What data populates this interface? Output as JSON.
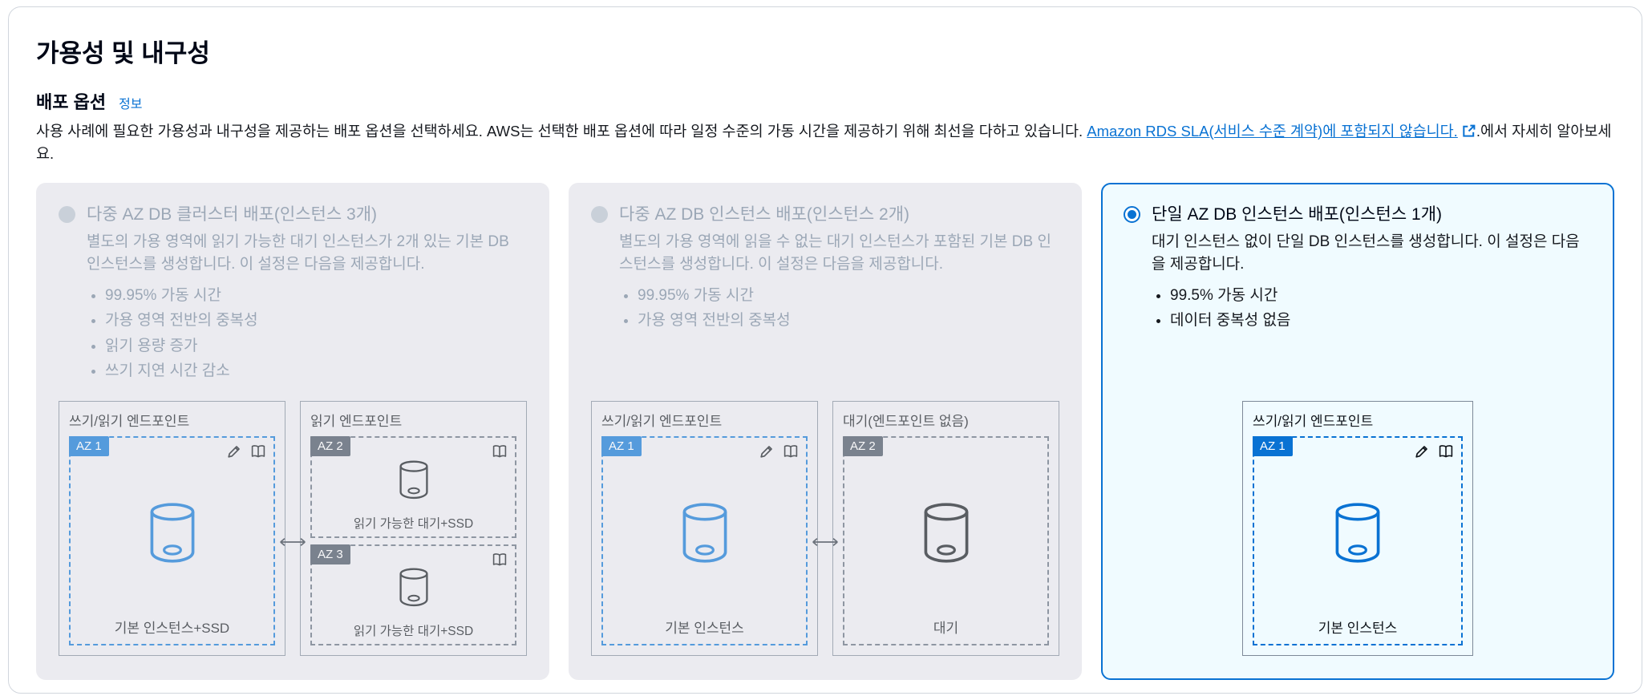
{
  "header": {
    "title": "가용성 및 내구성",
    "section_label": "배포 옵션",
    "info_link": "정보",
    "description_before_link": "사용 사례에 필요한 가용성과 내구성을 제공하는 배포 옵션을 선택하세요. AWS는 선택한 배포 옵션에 따라 일정 수준의 가동 시간을 제공하기 위해 최선을 다하고 있습니다. ",
    "sla_link_text": "Amazon RDS SLA(서비스 수준 계약)에 포함되지 않습니다.",
    "description_after_link": ".에서 자세히 알아보세요."
  },
  "colors": {
    "accent_blue": "#0972d3",
    "selected_card_bg": "#f0fbff",
    "disabled_card_bg": "#ebebf0",
    "disabled_text": "#9ba7b6",
    "dark_badge": "#414d5c",
    "panel_border": "#7d8998"
  },
  "icons": {
    "write": "pencil-icon",
    "read": "book-icon",
    "external": "external-link-icon",
    "replication": "double-arrow-icon",
    "database": "db-cylinder-icon"
  },
  "options": [
    {
      "title": "다중 AZ DB 클러스터 배포(인스턴스 3개)",
      "state": "disabled",
      "selected": false,
      "description": "별도의 가용 영역에 읽기 가능한 대기 인스턴스가 2개 있는 기본 DB 인스턴스를 생성합니다. 이 설정은 다음을 제공합니다.",
      "bullets": [
        "99.95% 가동 시간",
        "가용 영역 전반의 중복성",
        "읽기 용량 증가",
        "쓰기 지연 시간 감소"
      ],
      "diagram": {
        "panels": [
          {
            "title": "쓰기/읽기 엔드포인트",
            "nodes": [
              {
                "az": "AZ 1",
                "label": "기본 인스턴스+SSD",
                "type": "primary"
              }
            ]
          },
          {
            "title": "읽기 엔드포인트",
            "nodes": [
              {
                "az": "AZ 2",
                "label": "읽기 가능한 대기+SSD",
                "type": "readable-standby"
              },
              {
                "az": "AZ 3",
                "label": "읽기 가능한 대기+SSD",
                "type": "readable-standby"
              }
            ]
          }
        ]
      }
    },
    {
      "title": "다중 AZ DB 인스턴스 배포(인스턴스 2개)",
      "state": "disabled",
      "selected": false,
      "description": "별도의 가용 영역에 읽을 수 없는 대기 인스턴스가 포함된 기본 DB 인스턴스를 생성합니다. 이 설정은 다음을 제공합니다.",
      "bullets": [
        "99.95% 가동 시간",
        "가용 영역 전반의 중복성"
      ],
      "diagram": {
        "panels": [
          {
            "title": "쓰기/읽기 엔드포인트",
            "nodes": [
              {
                "az": "AZ 1",
                "label": "기본 인스턴스",
                "type": "primary"
              }
            ]
          },
          {
            "title": "대기(엔드포인트 없음)",
            "nodes": [
              {
                "az": "AZ 2",
                "label": "대기",
                "type": "standby"
              }
            ]
          }
        ]
      }
    },
    {
      "title": "단일 AZ DB 인스턴스 배포(인스턴스 1개)",
      "state": "enabled",
      "selected": true,
      "description": "대기 인스턴스 없이 단일 DB 인스턴스를 생성합니다. 이 설정은 다음을 제공합니다.",
      "bullets": [
        "99.5% 가동 시간",
        "데이터 중복성 없음"
      ],
      "diagram": {
        "panels": [
          {
            "title": "쓰기/읽기 엔드포인트",
            "nodes": [
              {
                "az": "AZ 1",
                "label": "기본 인스턴스",
                "type": "primary"
              }
            ]
          }
        ]
      }
    }
  ]
}
